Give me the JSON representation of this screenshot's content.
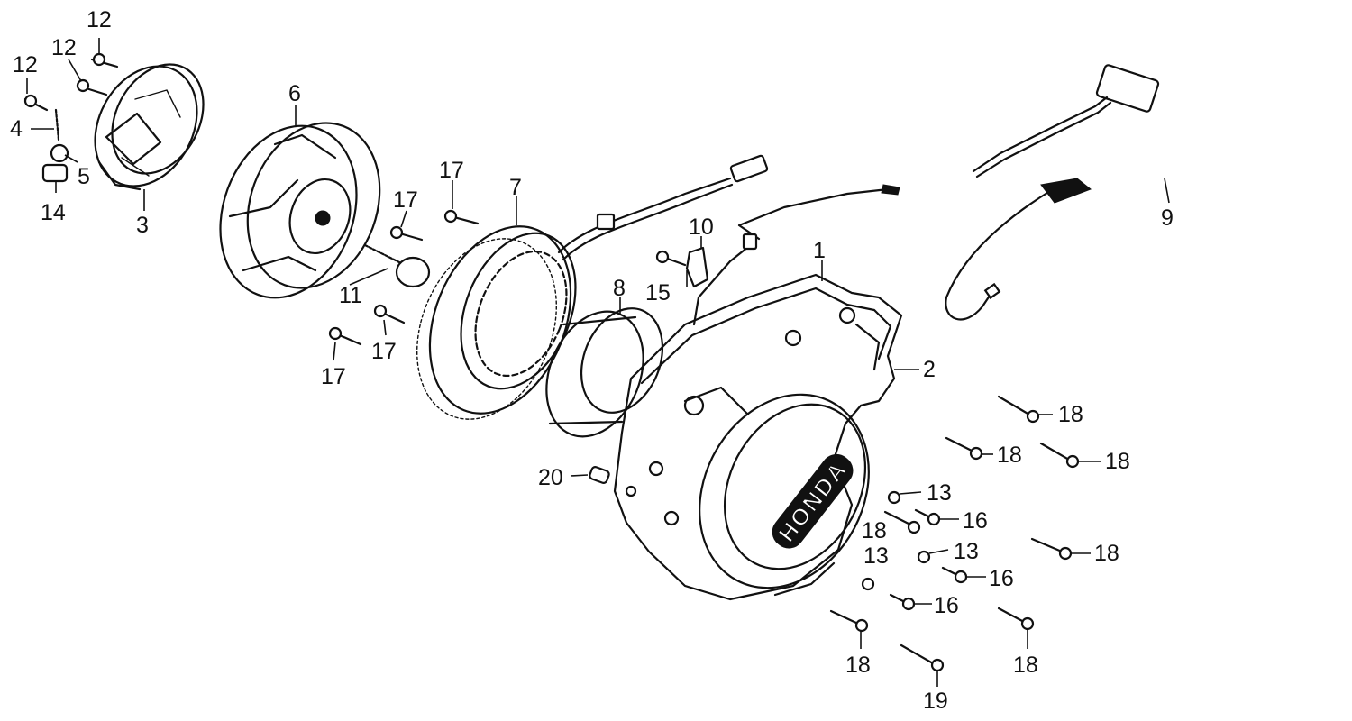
{
  "emblem": {
    "brand_text": "HONDA"
  },
  "callouts": [
    {
      "id": "p1",
      "text": "1"
    },
    {
      "id": "p2",
      "text": "2"
    },
    {
      "id": "p3",
      "text": "3"
    },
    {
      "id": "p4",
      "text": "4"
    },
    {
      "id": "p5",
      "text": "5"
    },
    {
      "id": "p6",
      "text": "6"
    },
    {
      "id": "p7",
      "text": "7"
    },
    {
      "id": "p8",
      "text": "8"
    },
    {
      "id": "p9",
      "text": "9"
    },
    {
      "id": "p10",
      "text": "10"
    },
    {
      "id": "p11",
      "text": "11"
    },
    {
      "id": "p12a",
      "text": "12"
    },
    {
      "id": "p12b",
      "text": "12"
    },
    {
      "id": "p12c",
      "text": "12"
    },
    {
      "id": "p13a",
      "text": "13"
    },
    {
      "id": "p13b",
      "text": "13"
    },
    {
      "id": "p13c",
      "text": "13"
    },
    {
      "id": "p14",
      "text": "14"
    },
    {
      "id": "p15",
      "text": "15"
    },
    {
      "id": "p16a",
      "text": "16"
    },
    {
      "id": "p16b",
      "text": "16"
    },
    {
      "id": "p16c",
      "text": "16"
    },
    {
      "id": "p17a",
      "text": "17"
    },
    {
      "id": "p17b",
      "text": "17"
    },
    {
      "id": "p17c",
      "text": "17"
    },
    {
      "id": "p17d",
      "text": "17"
    },
    {
      "id": "p18a",
      "text": "18"
    },
    {
      "id": "p18b",
      "text": "18"
    },
    {
      "id": "p18c",
      "text": "18"
    },
    {
      "id": "p18d",
      "text": "18"
    },
    {
      "id": "p18e",
      "text": "18"
    },
    {
      "id": "p18f",
      "text": "18"
    },
    {
      "id": "p18g",
      "text": "18"
    },
    {
      "id": "p19",
      "text": "19"
    },
    {
      "id": "p20",
      "text": "20"
    }
  ]
}
